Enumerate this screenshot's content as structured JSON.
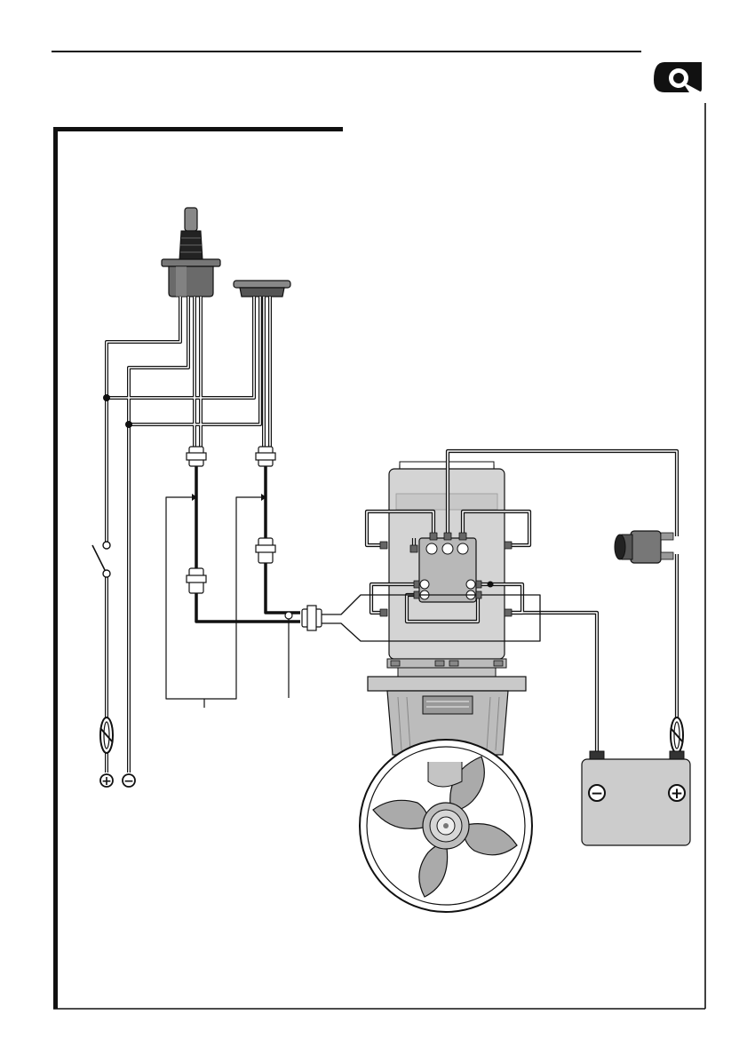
{
  "header": {
    "logo": {
      "letter": "Q",
      "icon": "q-logo-icon"
    }
  },
  "diagram": {
    "symbols": {
      "plus": "+",
      "minus": "−"
    },
    "components": [
      "joystick-control",
      "control-panel",
      "control-switch",
      "fuse",
      "thruster-motor",
      "control-box",
      "propeller",
      "isolator-switch",
      "battery"
    ]
  },
  "colors": {
    "ink": "#111111",
    "motor_fill": "#d4d4d4",
    "propeller_fill": "#aaaaaa",
    "battery_fill": "#cccccc",
    "control_box_fill": "#b8b8b8"
  }
}
